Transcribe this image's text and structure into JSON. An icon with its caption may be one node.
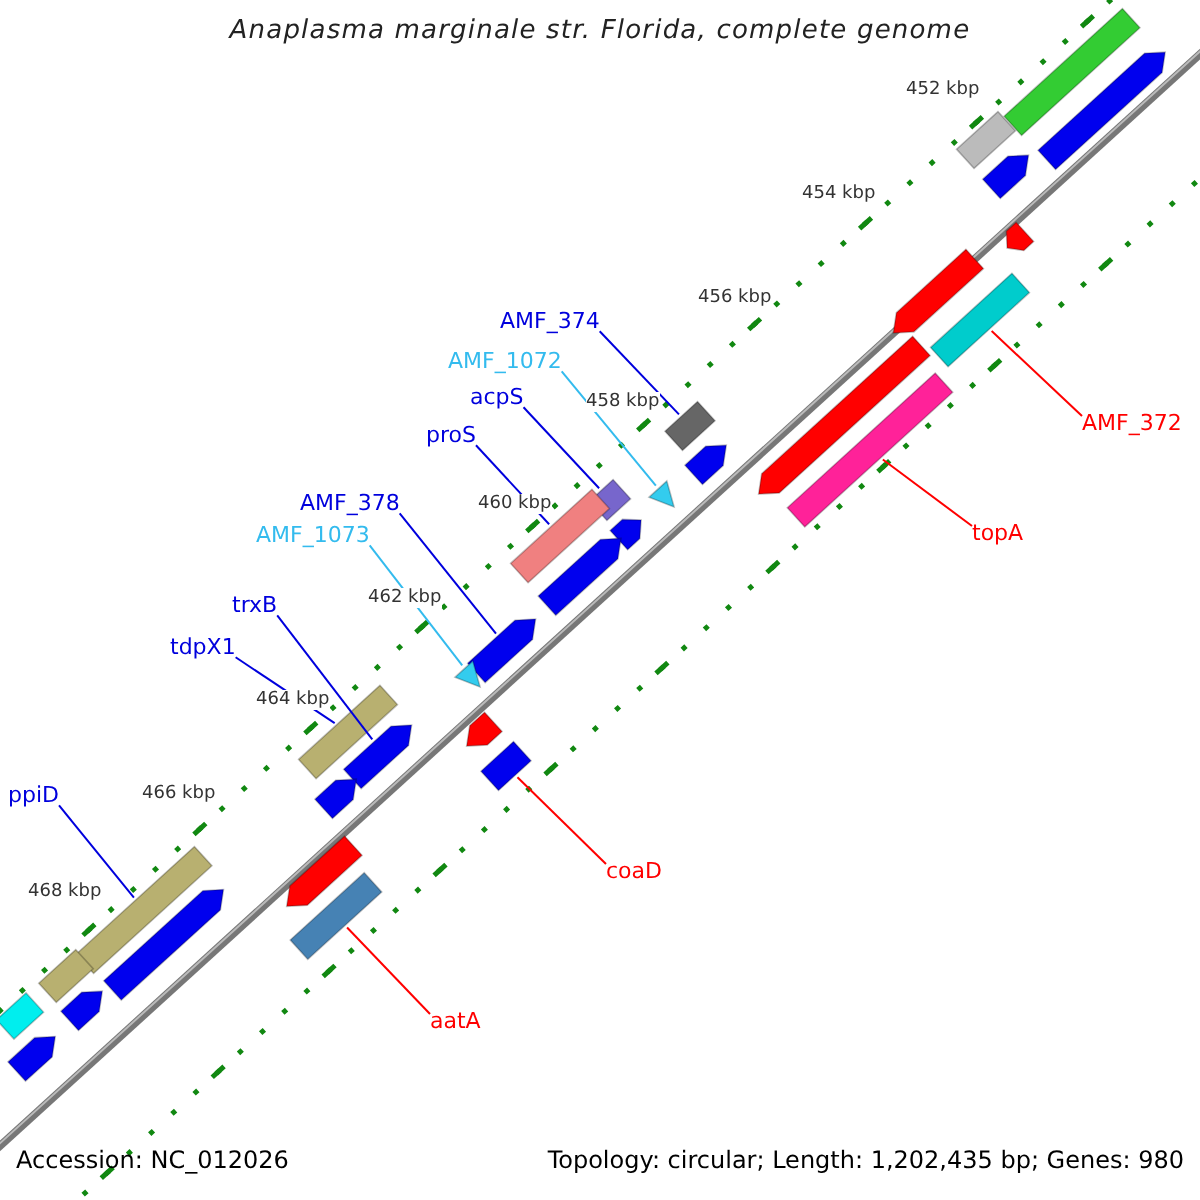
{
  "diagram": {
    "title": "Anaplasma marginale str. Florida, complete genome",
    "nodes": [
      {
        "text": [
          "AMF_374"
        ]
      },
      {
        "text": [
          "AMF_1072"
        ]
      },
      {
        "text": [
          "acpS"
        ]
      },
      {
        "text": [
          "AMF_372"
        ]
      },
      {
        "text": [
          "proS"
        ]
      },
      {
        "text": [
          "AMF_378"
        ]
      },
      {
        "text": [
          "topA"
        ]
      },
      {
        "text": [
          "AMF_1073"
        ]
      },
      {
        "text": [
          "trxB"
        ]
      },
      {
        "text": [
          "tdpX1"
        ]
      },
      {
        "text": [
          "ppiD"
        ]
      },
      {
        "text": [
          "coaD"
        ]
      },
      {
        "text": [
          "aatA"
        ]
      },
      {
        "text": [],
        "shape": "bar"
      },
      {
        "text": [],
        "shape": "triangle"
      },
      {
        "text": [],
        "shape": "bar"
      },
      {
        "text": [],
        "shape": "bar"
      },
      {
        "text": [],
        "shape": "bar"
      },
      {
        "text": [],
        "shape": "arrow"
      },
      {
        "text": [],
        "shape": "bar"
      },
      {
        "text": [],
        "shape": "triangle"
      },
      {
        "text": [],
        "shape": "arrow"
      },
      {
        "text": [],
        "shape": "bar"
      },
      {
        "text": [],
        "shape": "bar"
      },
      {
        "text": [],
        "shape": "bar"
      },
      {
        "text": [],
        "shape": "bar"
      },
      {
        "text": [],
        "shape": "bar"
      },
      {
        "text": [],
        "shape": "arrow"
      },
      {
        "text": [],
        "shape": "bar"
      },
      {
        "text": [],
        "shape": "arrow"
      },
      {
        "text": [],
        "shape": "arrow"
      },
      {
        "text": [],
        "shape": "arrow"
      },
      {
        "text": [],
        "shape": "arrow"
      },
      {
        "text": [],
        "shape": "arrow"
      },
      {
        "text": [],
        "shape": "arrow"
      },
      {
        "text": [],
        "shape": "bar"
      },
      {
        "text": [],
        "shape": "arrow"
      },
      {
        "text": [],
        "shape": "bar"
      },
      {
        "text": [],
        "shape": "arrow"
      },
      {
        "text": [],
        "shape": "arrow"
      },
      {
        "text": [],
        "shape": "arrow"
      },
      {
        "text": [],
        "shape": "arrow"
      },
      {
        "text": [],
        "shape": "arrow"
      },
      {
        "text": [],
        "shape": "arrow"
      }
    ],
    "edges": [
      {
        "from": 0,
        "to": 13,
        "arrow": "none"
      },
      {
        "from": 1,
        "to": 14,
        "arrow": "none",
        "color": "#33bbee"
      },
      {
        "from": 2,
        "to": 15,
        "arrow": "none"
      },
      {
        "from": 3,
        "to": 16,
        "arrow": "none",
        "color": "#ff0000"
      },
      {
        "from": 4,
        "to": 17,
        "arrow": "none"
      },
      {
        "from": 5,
        "to": 18,
        "arrow": "none"
      },
      {
        "from": 6,
        "to": 19,
        "arrow": "none",
        "color": "#ff0000"
      },
      {
        "from": 7,
        "to": 20,
        "arrow": "none",
        "color": "#33bbee"
      },
      {
        "from": 8,
        "to": 21,
        "arrow": "none"
      },
      {
        "from": 9,
        "to": 22,
        "arrow": "none"
      },
      {
        "from": 10,
        "to": 23,
        "arrow": "none"
      },
      {
        "from": 11,
        "to": 24,
        "arrow": "none",
        "color": "#ff0000"
      },
      {
        "from": 12,
        "to": 25,
        "arrow": "none",
        "color": "#ff0000"
      }
    ],
    "labels": [
      "452 kbp",
      "454 kbp",
      "456 kbp",
      "458 kbp",
      "460 kbp",
      "462 kbp",
      "464 kbp",
      "466 kbp",
      "468 kbp",
      "Accession: NC_012026",
      "Topology: circular; Length: 1,202,435 bp; Genes: 980"
    ]
  }
}
